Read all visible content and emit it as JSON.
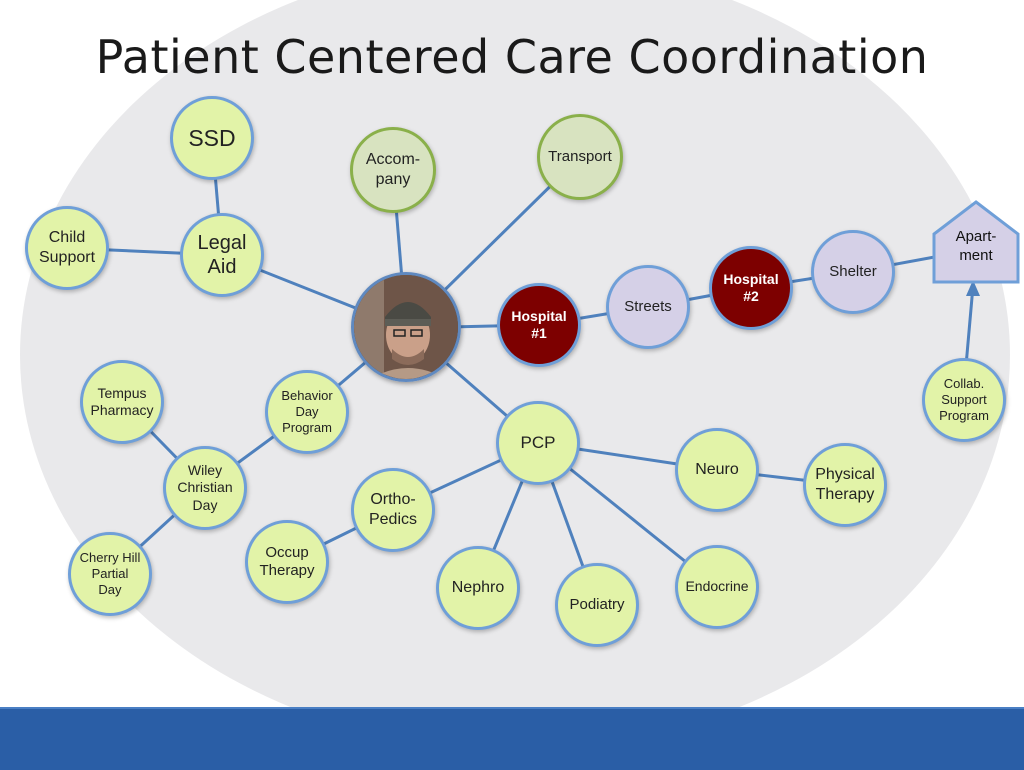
{
  "title": "Patient Centered Care Coordination",
  "colors": {
    "node_green": "#e2f3a8",
    "node_olive": "#d8e3c0",
    "node_lavender": "#d5d0e7",
    "node_hospital": "#7d0000",
    "edge": "#4f81bd",
    "footer": "#2a5ea6"
  },
  "nodes": {
    "ssd": "SSD",
    "legal_aid": "Legal\nAid",
    "child_support": "Child\nSupport",
    "accompany": "Accom-\npany",
    "transport": "Transport",
    "hospital1": "Hospital\n#1",
    "streets": "Streets",
    "hospital2": "Hospital\n#2",
    "shelter": "Shelter",
    "apartment": "Apart-\nment",
    "collab": "Collab.\nSupport\nProgram",
    "tempus": "Tempus\nPharmacy",
    "behavior": "Behavior\nDay\nProgram",
    "wiley": "Wiley\nChristian\nDay",
    "cherry": "Cherry Hill\nPartial\nDay",
    "pcp": "PCP",
    "neuro": "Neuro",
    "physical": "Physical\nTherapy",
    "ortho": "Ortho-\nPedics",
    "occup": "Occup\nTherapy",
    "nephro": "Nephro",
    "podiatry": "Podiatry",
    "endocrine": "Endocrine"
  },
  "center_photo": "patient-photo"
}
